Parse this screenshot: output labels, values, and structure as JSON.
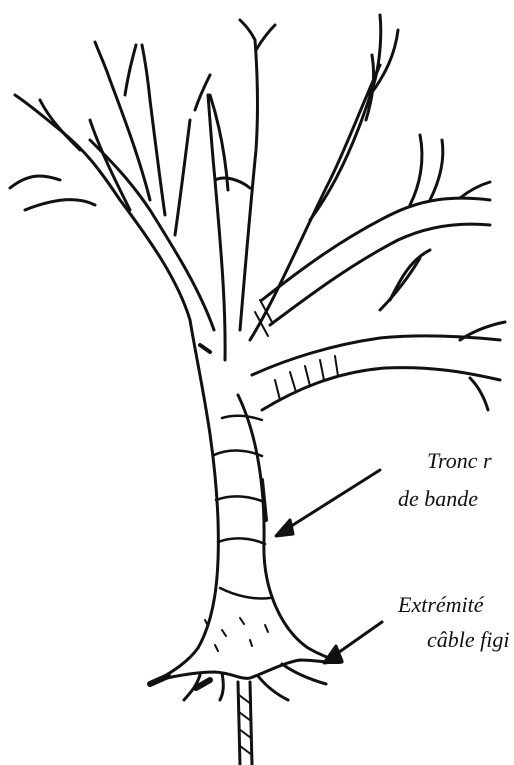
{
  "annotations": {
    "trunk": {
      "line1": "Tronc r",
      "line2": "de bande"
    },
    "cable_end": {
      "line1": "Extrémité",
      "line2": "câble figi"
    }
  },
  "colors": {
    "ink": "#111111",
    "background": "#ffffff"
  }
}
